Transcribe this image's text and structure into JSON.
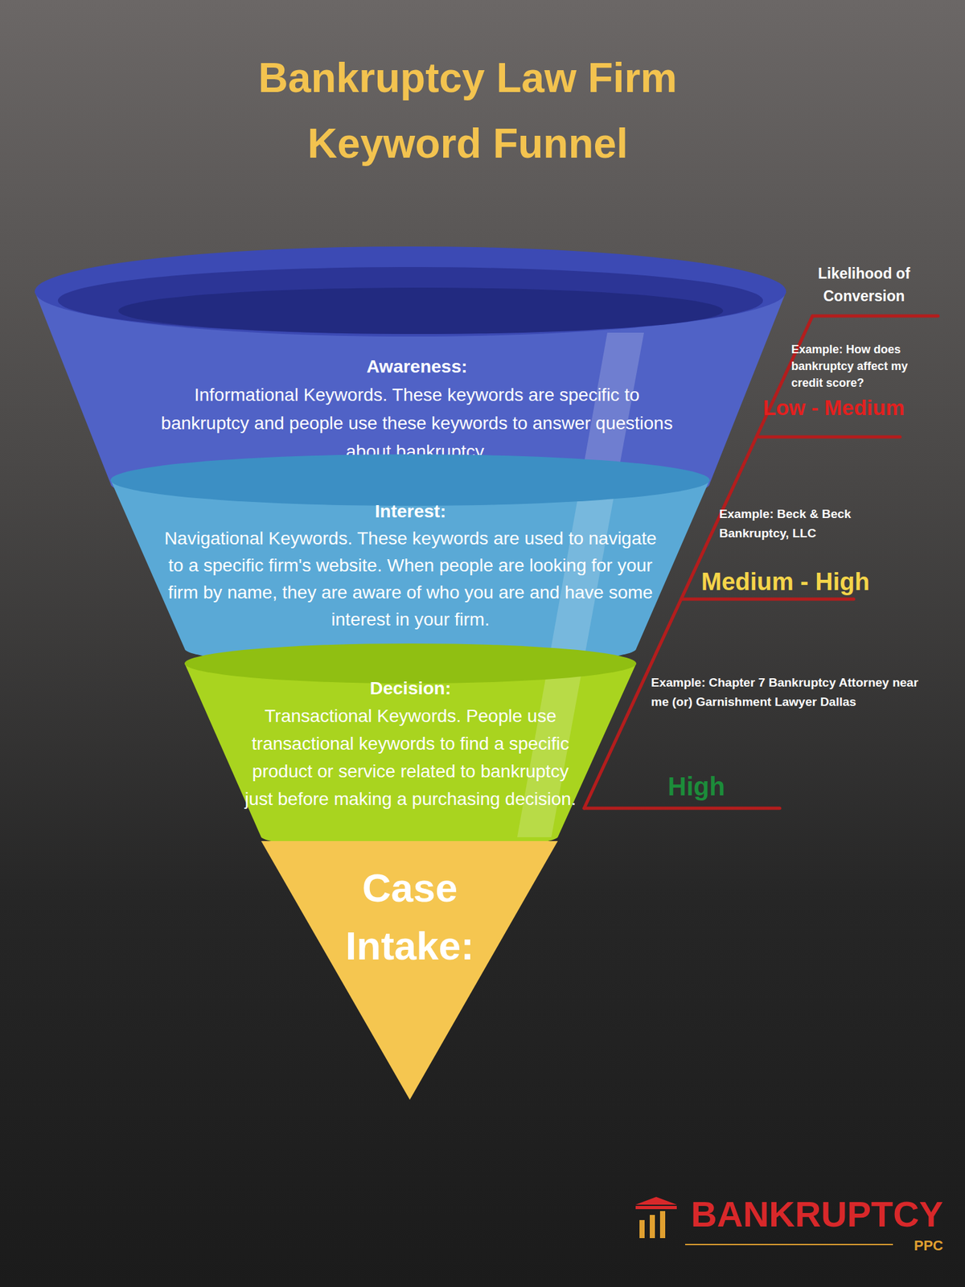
{
  "diagram": {
    "title": "Bankruptcy Law Firm Keyword Funnel",
    "nodes": [
      {
        "text": [
          "Awareness:",
          "Informational Keywords. These keywords are specific to bankruptcy and people use these keywords to answer questions about bankruptcy."
        ]
      },
      {
        "text": [
          "Interest:",
          "Navigational Keywords. These keywords are used to navigate to a specific firm's website. When people are looking for your firm by name, they are aware of who you are and have some interest in your firm."
        ]
      },
      {
        "text": [
          "Decision:",
          "Transactional Keywords. People use transactional keywords to find a specific product or service related to bankruptcy just before making a purchasing decision."
        ]
      },
      {
        "text": [
          "Case Intake:"
        ]
      }
    ],
    "labels": [
      "Likelihood of Conversion",
      "Example: How does bankruptcy affect my credit score?",
      "Low - Medium",
      "Example: Beck & Beck Bankruptcy, LLC",
      "Medium - High",
      "Example: Chapter 7 Bankruptcy Attorney near me (or) Garnishment Lawyer Dallas",
      "High",
      "BANKRUPTCY",
      "PPC"
    ]
  }
}
